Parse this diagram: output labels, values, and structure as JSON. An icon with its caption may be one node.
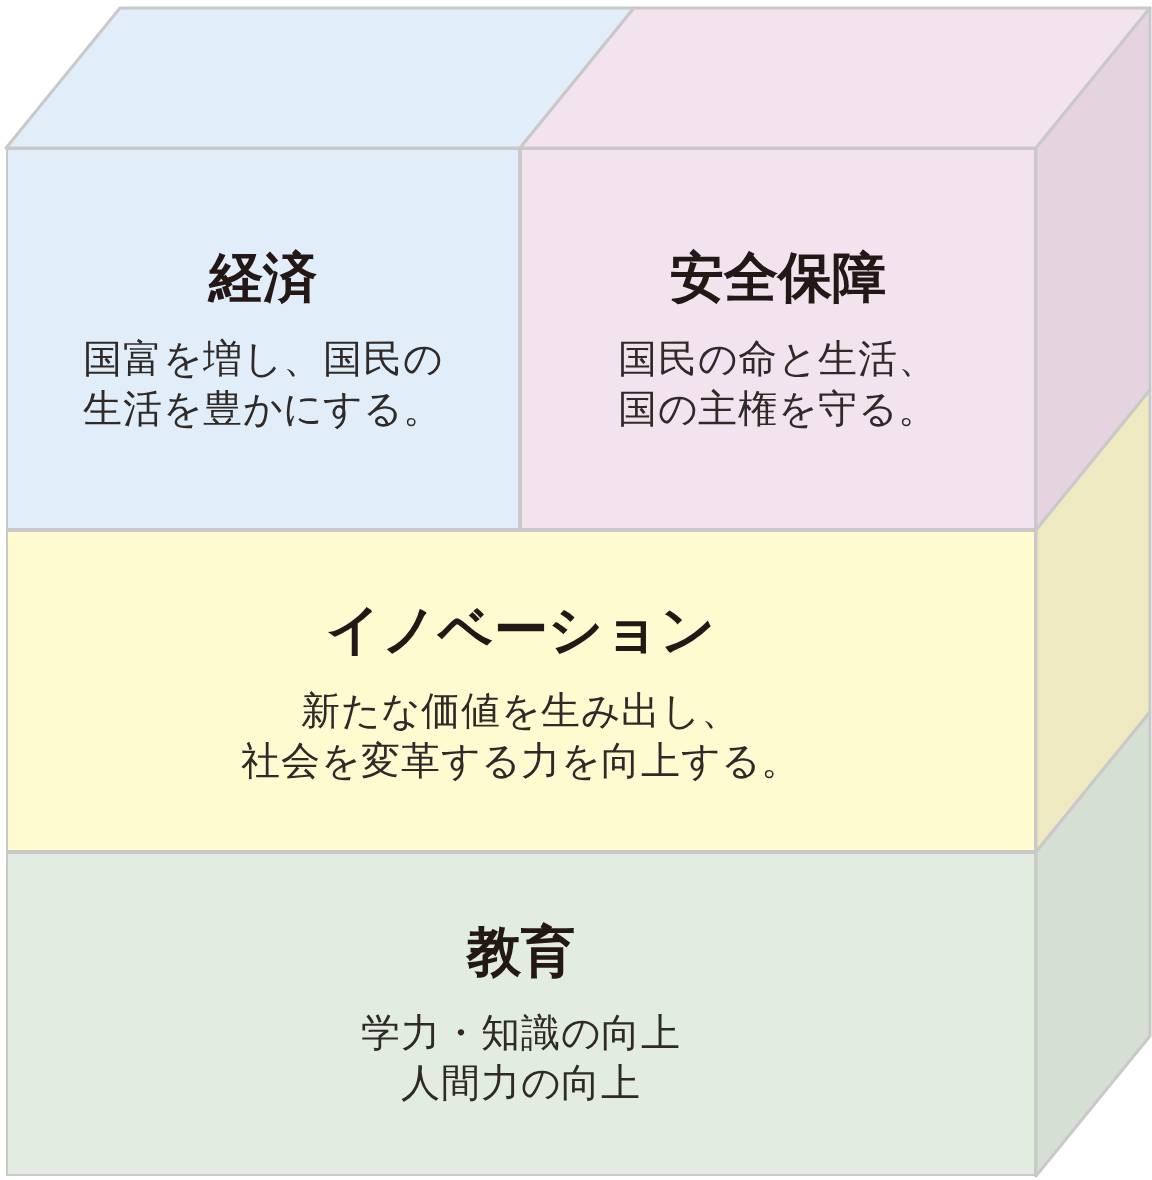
{
  "diagram": {
    "nodes": [
      {
        "text": [
          "経済",
          "国富を増し、国民の生活を豊かにする。"
        ]
      },
      {
        "text": [
          "安全保障",
          "国民の命と生活、国の主権を守る。"
        ]
      },
      {
        "text": [
          "イノベーション",
          "新たな価値を生み出し、社会を変革する力を向上する。"
        ]
      },
      {
        "text": [
          "教育",
          "学力・知識の向上人間力の向上"
        ]
      }
    ]
  }
}
